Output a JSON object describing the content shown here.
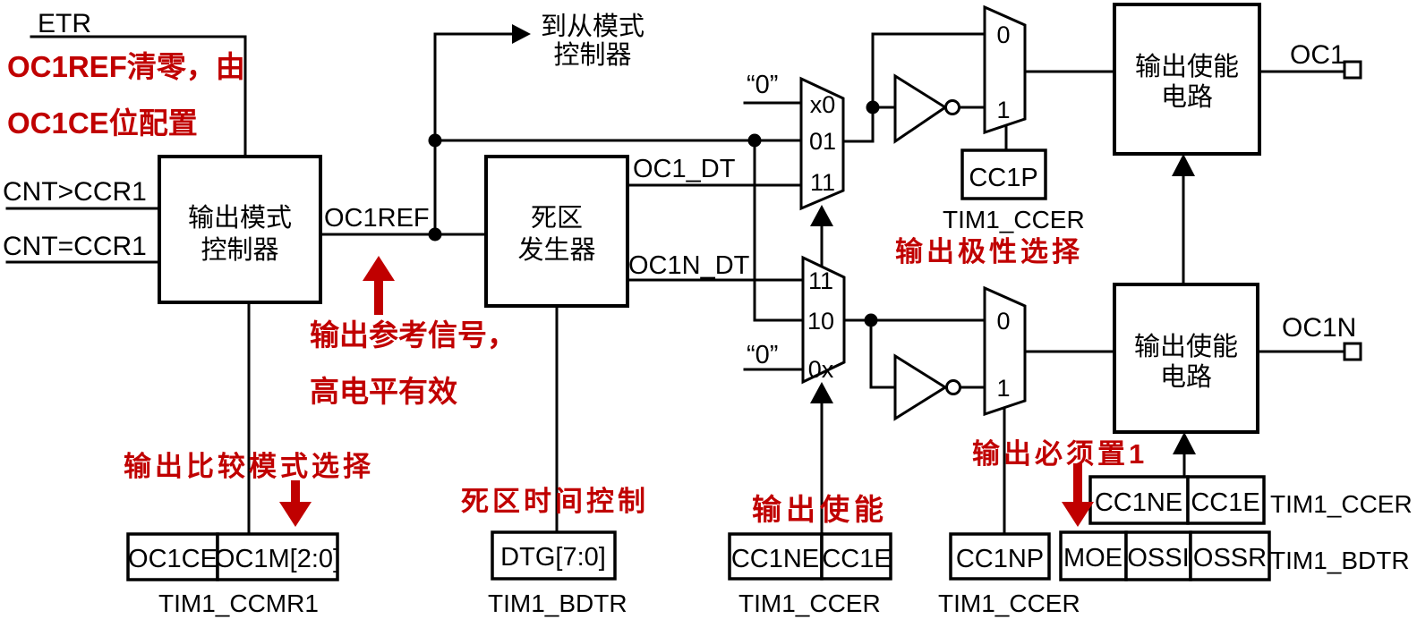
{
  "colors": {
    "ink": "#000000",
    "annotation_red": "#c00000",
    "background": "#ffffff"
  },
  "blocks": {
    "slave_mode_note": {
      "line1": "到从模式",
      "line2": "控制器"
    },
    "output_mode_controller": {
      "line1": "输出模式",
      "line2": "控制器"
    },
    "dead_zone_generator": {
      "line1": "死区",
      "line2": "发生器"
    },
    "output_enable_top": {
      "line1": "输出使能",
      "line2": "电路"
    },
    "output_enable_bottom": {
      "line1": "输出使能",
      "line2": "电路"
    }
  },
  "signals": {
    "etr": "ETR",
    "cnt_gt": "CNT>CCR1",
    "cnt_eq": "CNT=CCR1",
    "oc1ref": "OC1REF",
    "oc1_dt": "OC1_DT",
    "oc1n_dt": "OC1N_DT",
    "zero_top": "“0”",
    "zero_bottom": "“0”",
    "oc1": "OC1",
    "oc1n": "OC1N"
  },
  "muxes": {
    "deadtime_mux_top": {
      "inputs": [
        "x0",
        "01",
        "11"
      ]
    },
    "deadtime_mux_bottom": {
      "inputs": [
        "11",
        "10",
        "0x"
      ]
    },
    "polarity_mux_top": {
      "inputs": [
        "0",
        "1"
      ]
    },
    "polarity_mux_bottom": {
      "inputs": [
        "0",
        "1"
      ]
    }
  },
  "registers": {
    "ccmr1": {
      "cells": [
        "OC1CE",
        "OC1M[2:0]"
      ],
      "label": "TIM1_CCMR1"
    },
    "bdtr_dtg": {
      "cells": [
        "DTG[7:0]"
      ],
      "label": "TIM1_BDTR"
    },
    "ccer_enable": {
      "cells": [
        "CC1NE",
        "CC1E"
      ],
      "label": "TIM1_CCER"
    },
    "ccer_cc1np": {
      "cells": [
        "CC1NP"
      ],
      "label": "TIM1_CCER"
    },
    "cc1p": {
      "cells": [
        "CC1P"
      ],
      "label": "TIM1_CCER"
    },
    "ccer_enable_right": {
      "cells": [
        "CC1NE",
        "CC1E"
      ],
      "label": "TIM1_CCER"
    },
    "bdtr_moe": {
      "cells": [
        "MOE",
        "OSSI",
        "OSSR"
      ],
      "label": "TIM1_BDTR"
    }
  },
  "annotations": {
    "oc1ref_clear_line1": "OC1REF清零，由",
    "oc1ref_clear_line2": "OC1CE位配置",
    "ref_signal_line1": "输出参考信号，",
    "ref_signal_line2": "高电平有效",
    "compare_mode_select": "输出比较模式选择",
    "deadtime_control": "死区时间控制",
    "output_enable": "输出使能",
    "polarity_select": "输出极性选择",
    "must_set_1": "输出必须置1"
  }
}
